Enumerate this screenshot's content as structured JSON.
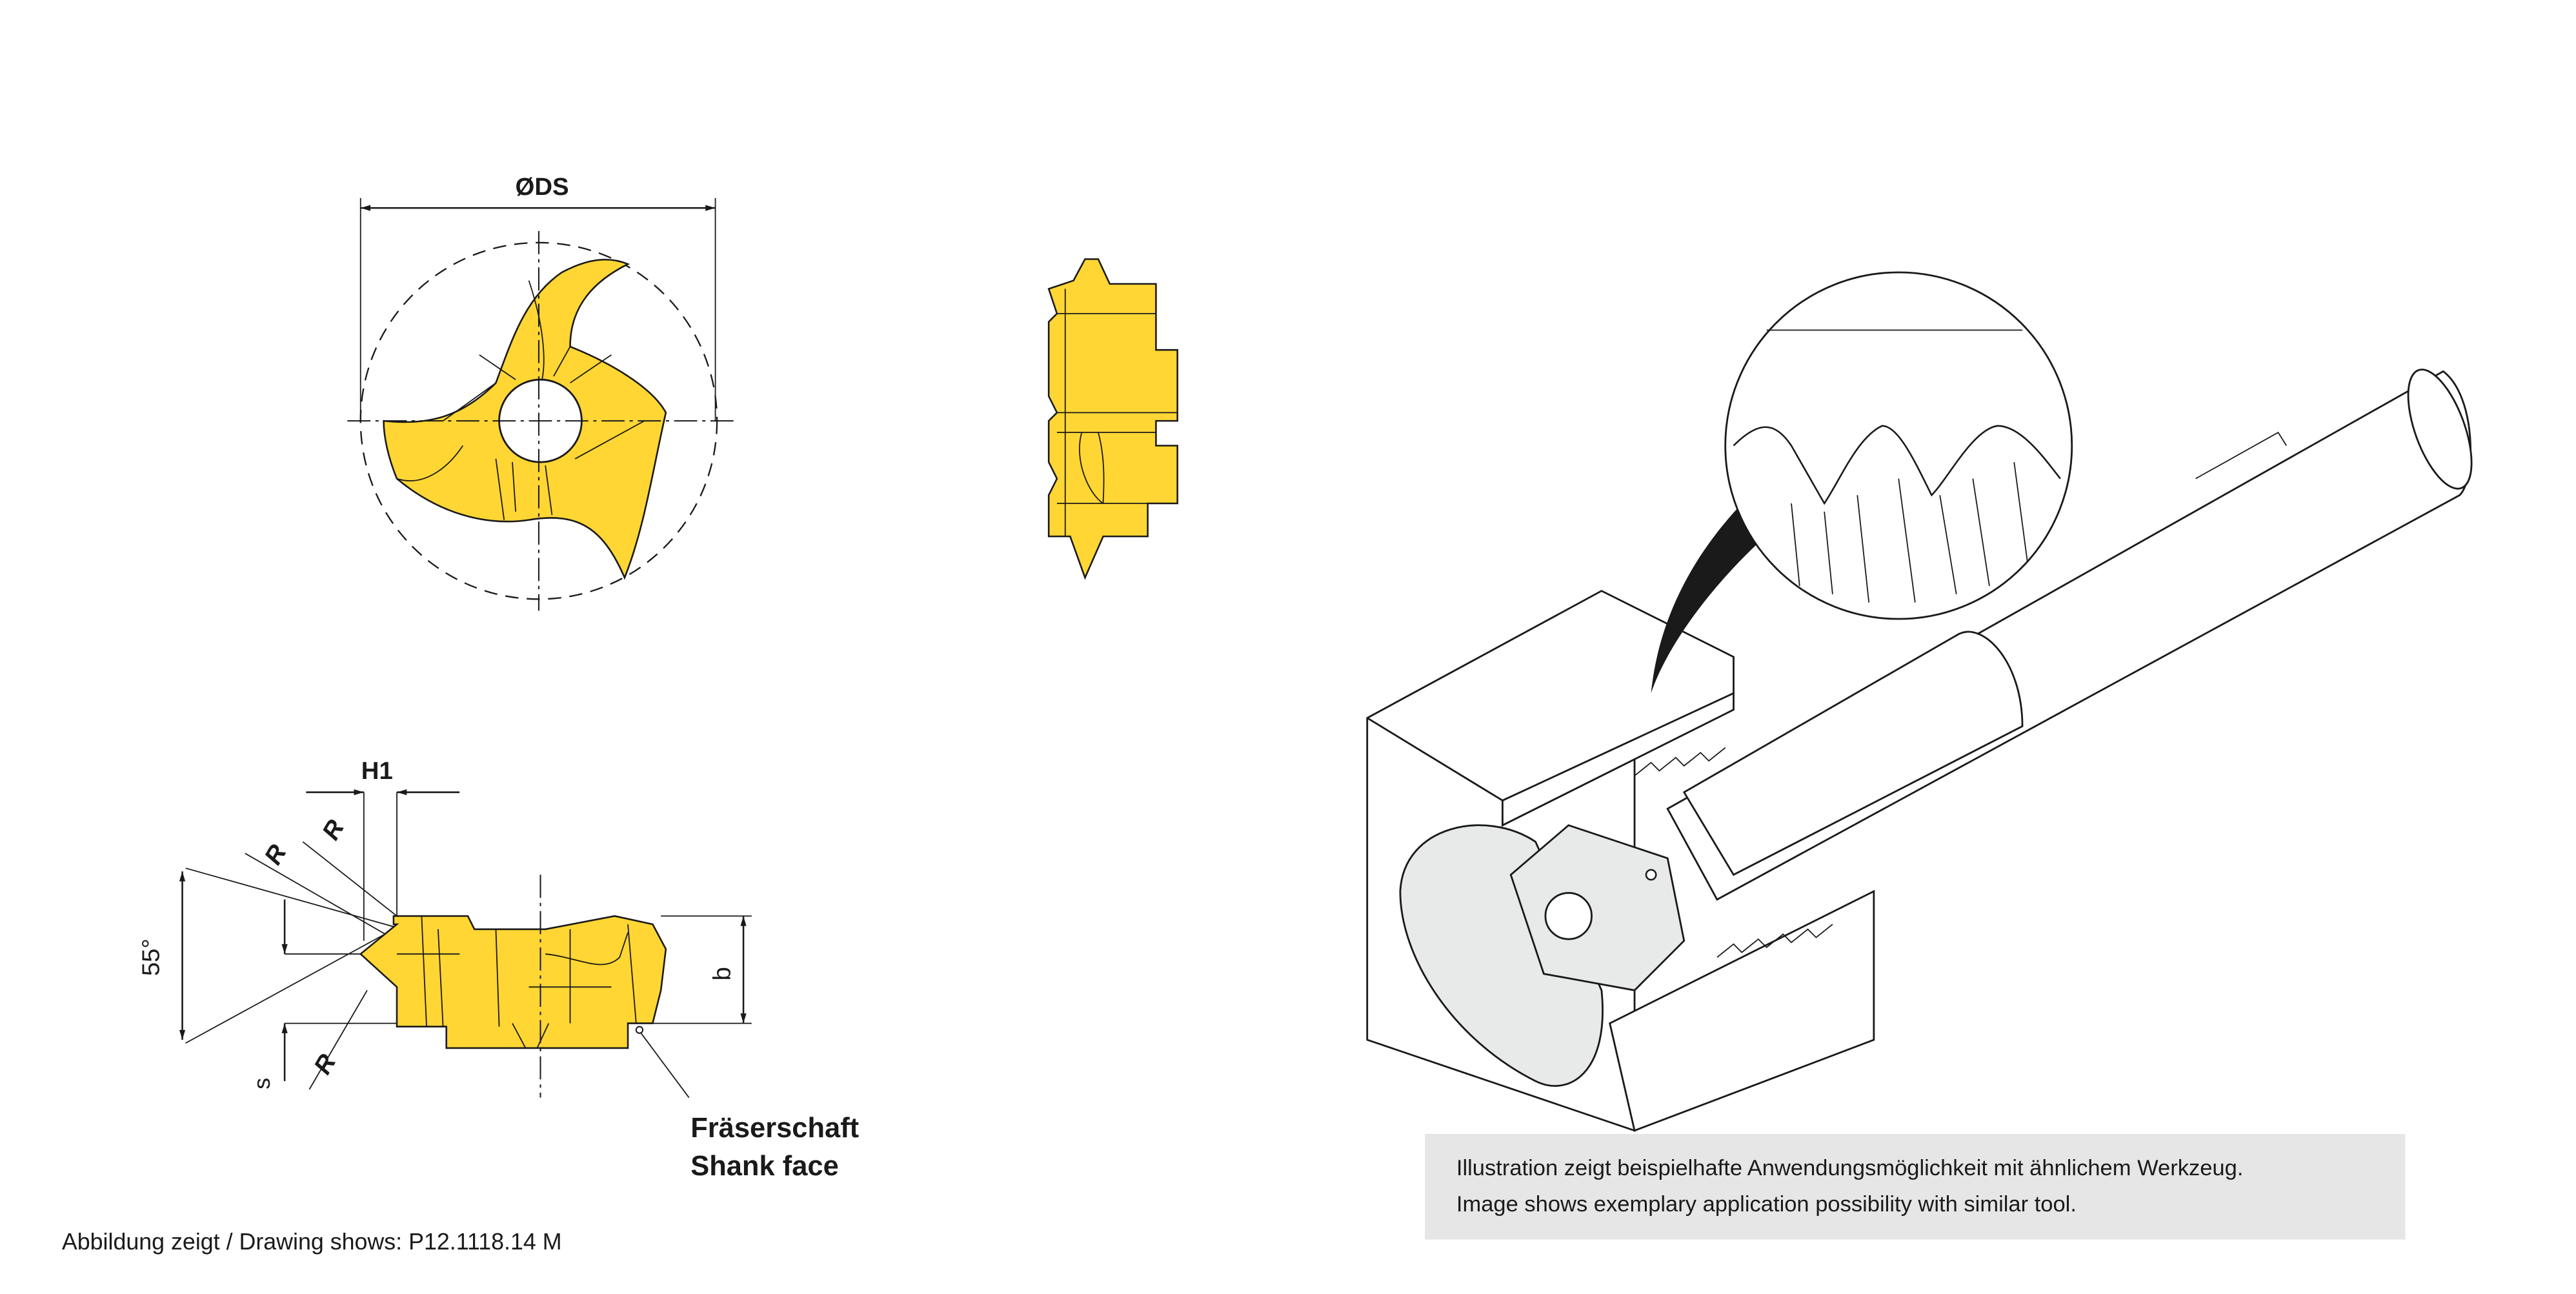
{
  "drawing": {
    "dim_diameter": "ØDS",
    "dim_h1": "H1",
    "dim_r": "R",
    "dim_angle": "55°",
    "dim_b": "b",
    "dim_s": "s",
    "shank_label_de": "Fräserschaft",
    "shank_label_en": "Shank face",
    "drawing_shows": "Abbildung zeigt / Drawing shows: P12.1118.14 M"
  },
  "illustration": {
    "caption_de": "Illustration zeigt beispielhafte Anwendungsmöglichkeit mit ähnlichem Werkzeug.",
    "caption_en": "Image shows exemplary application possibility with similar tool."
  },
  "colors": {
    "insert": "#FFD633",
    "caption_bg": "#E6E6E6"
  }
}
